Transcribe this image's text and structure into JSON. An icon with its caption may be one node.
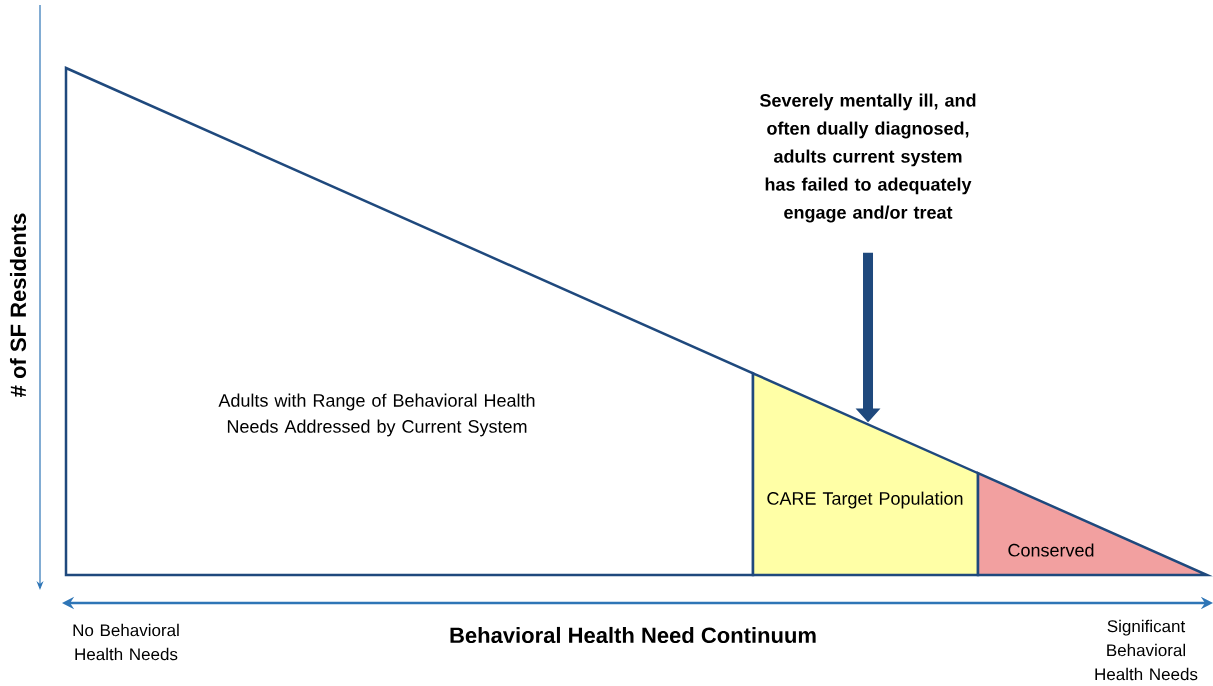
{
  "diagram": {
    "nodes": [
      {
        "text": [
          "Adults with Range of Behavioral Health Needs Addressed by Current System"
        ]
      },
      {
        "text": [
          "CARE Target Population"
        ]
      },
      {
        "text": [
          "Conserved"
        ]
      },
      {
        "text": [
          "Severely mentally ill, and often dually  diagnosed, adults current system has failed to adequately engage and/or treat"
        ]
      }
    ],
    "edges": [
      {
        "from": 3,
        "to": 1,
        "arrow": "to"
      }
    ],
    "labels": [
      "# of SF Residents",
      "No Behavioral Health Needs",
      "Behavioral Health Need Continuum",
      "Significant Behavioral Health Needs"
    ]
  }
}
